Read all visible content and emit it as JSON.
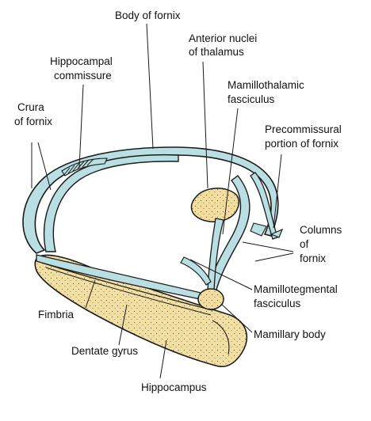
{
  "figure": {
    "labels": {
      "body_of_fornix": "Body of fornix",
      "anterior_nuclei_1": "Anterior nuclei",
      "anterior_nuclei_2": "of thalamus",
      "hippocampal_commissure_1": "Hippocampal",
      "hippocampal_commissure_2": "commissure",
      "mamillothalamic_1": "Mamillothalamic",
      "mamillothalamic_2": "fasciculus",
      "crura_1": "Crura",
      "crura_2": "of fornix",
      "precommissural_1": "Precommissural",
      "precommissural_2": "portion of fornix",
      "columns_1": "Columns",
      "columns_2": "of",
      "columns_3": "fornix",
      "mamillotegmental_1": "Mamillotegmental",
      "mamillotegmental_2": "fasciculus",
      "fimbria": "Fimbria",
      "mamillary_body": "Mamillary body",
      "dentate_gyrus": "Dentate gyrus",
      "hippocampus": "Hippocampus"
    },
    "colors": {
      "fornix_fill": "#b9dfe3",
      "hippocampus_fill": "#f2dfa3",
      "nucleus_fill": "#f3dea0",
      "outline": "#1a1a1a"
    }
  }
}
